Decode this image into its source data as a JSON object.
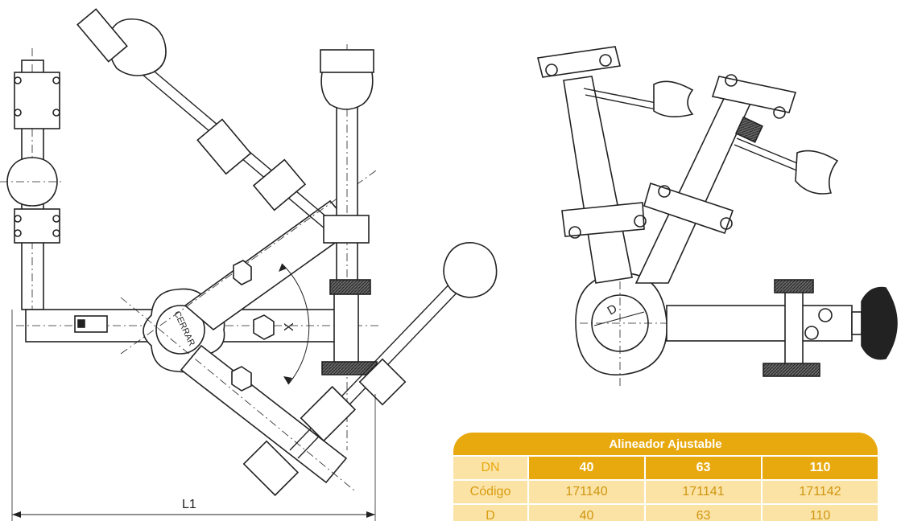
{
  "drawing": {
    "dimension_l1": "L1",
    "dimension_x": "X",
    "dimension_d": "D",
    "knob_mark": "CERRAR"
  },
  "table": {
    "title": "Alineador Ajustable",
    "rows": [
      {
        "label": "DN",
        "values": [
          "40",
          "63",
          "110"
        ]
      },
      {
        "label": "Código",
        "values": [
          "171140",
          "171141",
          "171142"
        ]
      },
      {
        "label": "D",
        "values": [
          "40",
          "63",
          "110"
        ]
      }
    ]
  },
  "colors": {
    "accent": "#e8a90f",
    "accent_light": "#fbe3a5"
  }
}
